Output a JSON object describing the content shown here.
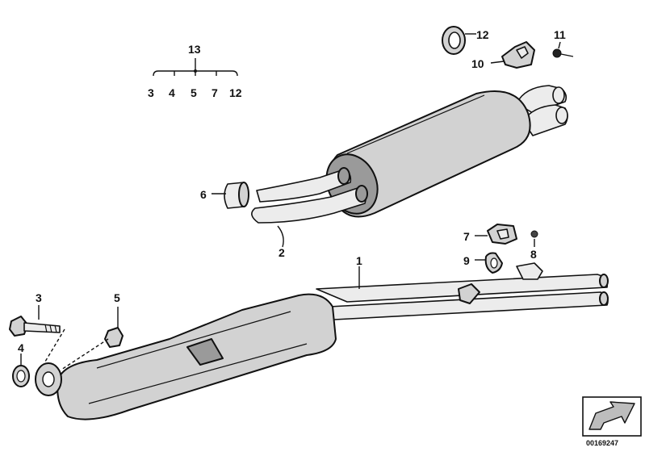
{
  "callouts": {
    "p1": "1",
    "p2": "2",
    "p3": "3",
    "p4": "4",
    "p5": "5",
    "p6": "6",
    "p7": "7",
    "p8": "8",
    "p9": "9",
    "p10": "10",
    "p11": "11",
    "p12": "12"
  },
  "kit": {
    "number": "13",
    "contents": [
      "3",
      "4",
      "5",
      "7",
      "12"
    ]
  },
  "reference_number": "00169247",
  "icons": {
    "direction_arrow": "forward-arrow-icon"
  }
}
